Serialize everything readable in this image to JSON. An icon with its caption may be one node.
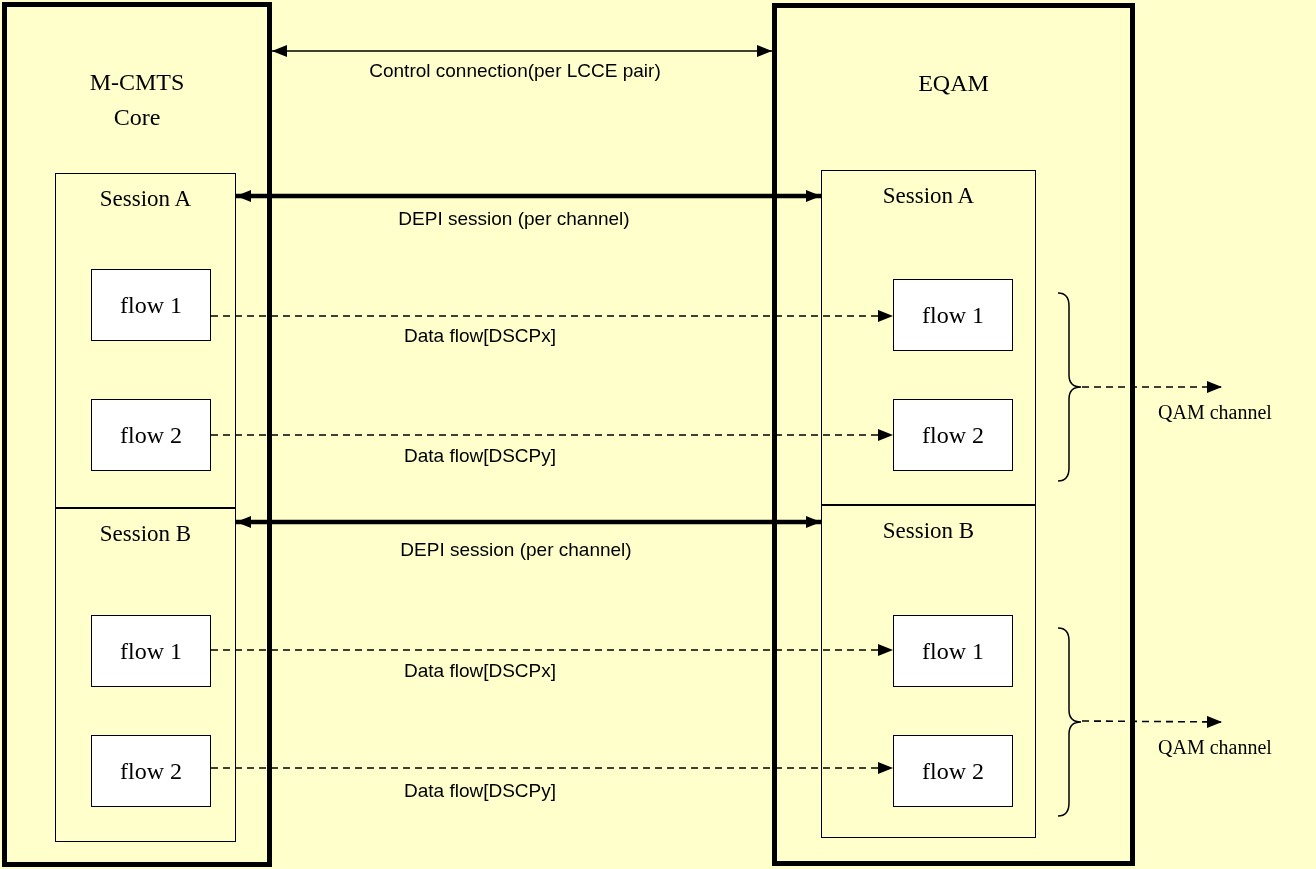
{
  "diagram": {
    "nodes": [
      {
        "text": [
          "M-CMTS Core"
        ]
      },
      {
        "text": [
          "Session A"
        ],
        "in": 0
      },
      {
        "text": [
          "flow 1"
        ],
        "in": 1
      },
      {
        "text": [
          "flow 2"
        ],
        "in": 1
      },
      {
        "text": [
          "Session B"
        ],
        "in": 0
      },
      {
        "text": [
          "flow 1"
        ],
        "in": 4
      },
      {
        "text": [
          "flow 2"
        ],
        "in": 4
      },
      {
        "text": [
          "EQAM"
        ]
      },
      {
        "text": [
          "Session A"
        ],
        "in": 7
      },
      {
        "text": [
          "flow 1"
        ],
        "in": 8
      },
      {
        "text": [
          "flow 2"
        ],
        "in": 8
      },
      {
        "text": [
          "Session B"
        ],
        "in": 7
      },
      {
        "text": [
          "flow 1"
        ],
        "in": 11
      },
      {
        "text": [
          "flow 2"
        ],
        "in": 11
      },
      {
        "text": [
          "QAM channel"
        ]
      },
      {
        "text": [
          "QAM channel"
        ]
      },
      {
        "text": [],
        "shape": "brace",
        "in": 7
      },
      {
        "text": [],
        "shape": "brace",
        "in": 7
      }
    ],
    "edges": [
      {
        "from": 0,
        "to": 7,
        "arrow": "both",
        "label": "Control connection(per LCCE pair)"
      },
      {
        "from": 1,
        "to": 8,
        "arrow": "both",
        "label": "DEPI session (per channel)",
        "style": "thick"
      },
      {
        "from": 2,
        "to": 9,
        "arrow": "to",
        "label": "Data flow[DSCPx]",
        "style": "dashed"
      },
      {
        "from": 3,
        "to": 10,
        "arrow": "to",
        "label": "Data flow[DSCPy]",
        "style": "dashed"
      },
      {
        "from": 4,
        "to": 11,
        "arrow": "both",
        "label": "DEPI session (per channel)",
        "style": "thick"
      },
      {
        "from": 5,
        "to": 12,
        "arrow": "to",
        "label": "Data flow[DSCPx]",
        "style": "dashed"
      },
      {
        "from": 6,
        "to": 13,
        "arrow": "to",
        "label": "Data flow[DSCPy]",
        "style": "dashed"
      },
      {
        "from": 16,
        "to": 14,
        "arrow": "to",
        "style": "dashed"
      },
      {
        "from": 17,
        "to": 15,
        "arrow": "to",
        "style": "dashed"
      }
    ]
  }
}
